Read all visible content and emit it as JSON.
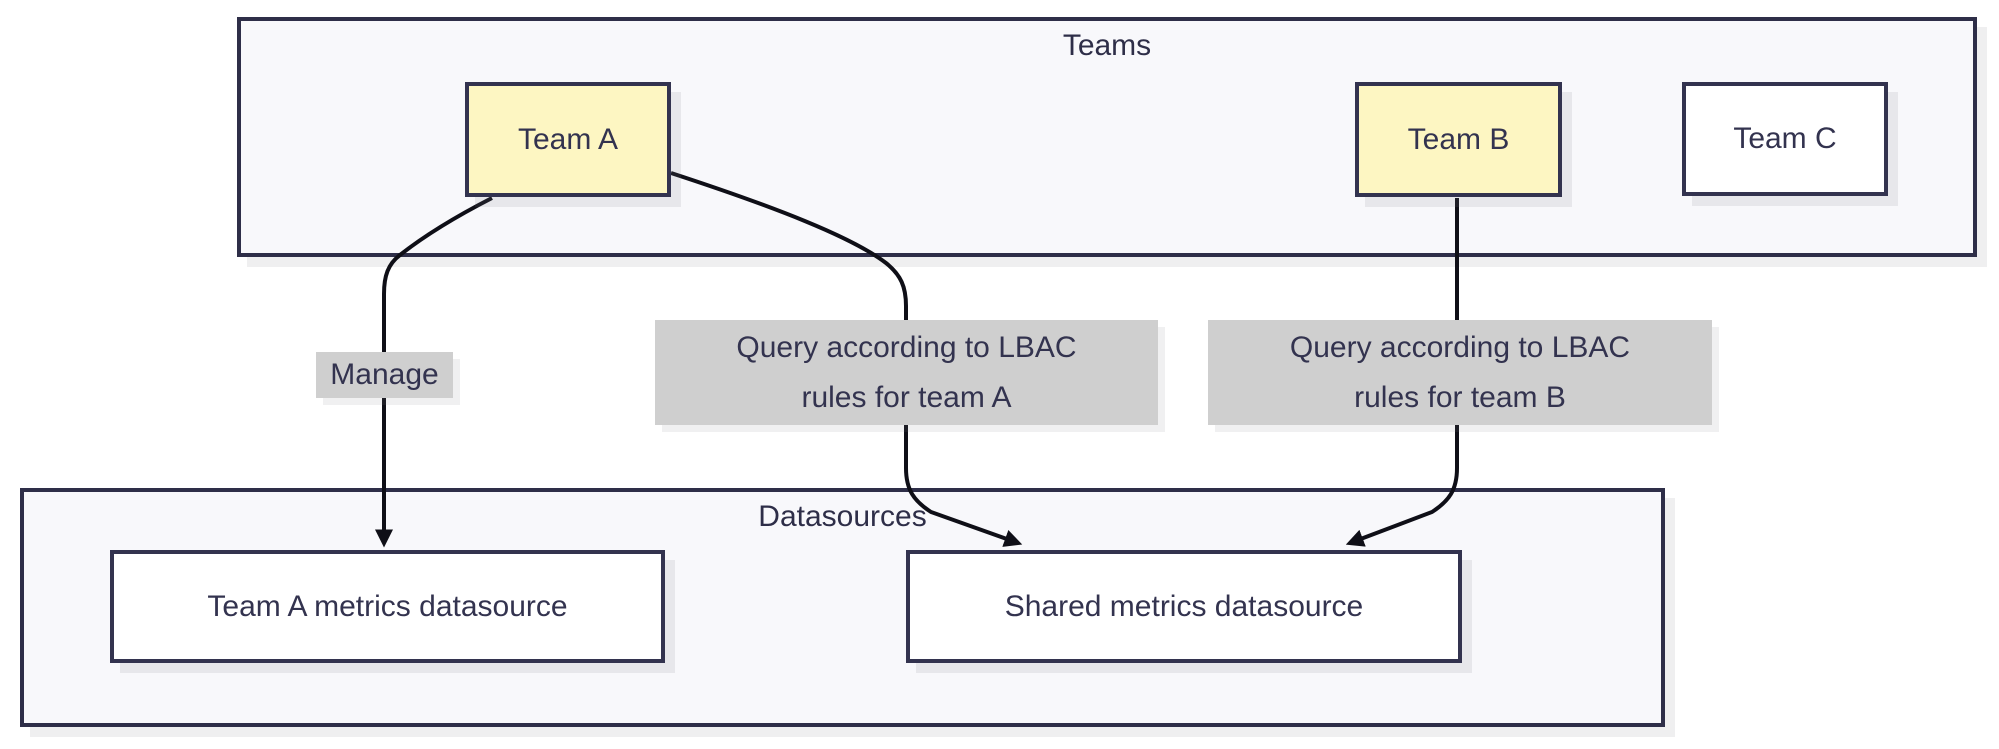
{
  "diagram": {
    "type": "flowchart",
    "teams_group": {
      "label": "Teams",
      "nodes": [
        {
          "id": "team-a",
          "label": "Team A",
          "fill": "#fdf6c2"
        },
        {
          "id": "team-b",
          "label": "Team B",
          "fill": "#fdf6c2"
        },
        {
          "id": "team-c",
          "label": "Team C",
          "fill": "#ffffff"
        }
      ]
    },
    "datasources_group": {
      "label": "Datasources",
      "nodes": [
        {
          "id": "team-a-metrics-datasource",
          "label": "Team A metrics datasource",
          "fill": "#ffffff"
        },
        {
          "id": "shared-metrics-datasource",
          "label": "Shared metrics datasource",
          "fill": "#ffffff"
        }
      ]
    },
    "edges": [
      {
        "from": "Team A",
        "to": "Team A metrics datasource",
        "label": "Manage"
      },
      {
        "from": "Team A",
        "to": "Shared metrics datasource",
        "label_line1": "Query according to LBAC",
        "label_line2": "rules for team A"
      },
      {
        "from": "Team B",
        "to": "Shared metrics datasource",
        "label_line1": "Query according to LBAC",
        "label_line2": "rules for team B"
      }
    ],
    "colors": {
      "group_fill": "#f8f8fb",
      "group_border": "#2e2e48",
      "node_border": "#33334f",
      "node_yellow_fill": "#fdf6c2",
      "node_white_fill": "#ffffff",
      "edge_stroke": "#0f0f17",
      "edge_label_bg": "#cfcfcf",
      "text": "#33334f"
    }
  }
}
